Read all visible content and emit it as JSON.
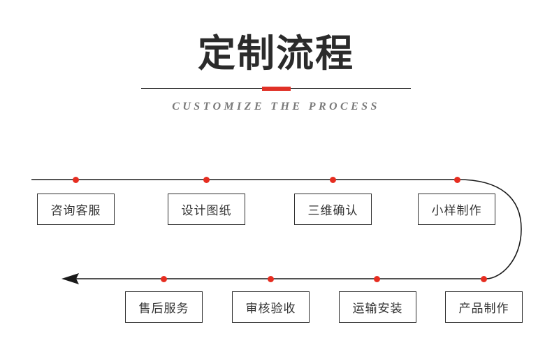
{
  "header": {
    "title": "定制流程",
    "subtitle": "CUSTOMIZE THE PROCESS",
    "accent_color": "#e03127",
    "title_color": "#2b2b2b",
    "subtitle_color": "#7a7a7a"
  },
  "flow": {
    "line_color": "#1a1a1a",
    "dot_color": "#e62d20",
    "box_border_color": "#2f2f2f",
    "box_text_color": "#333333",
    "top_row": [
      {
        "label": "咨询客服"
      },
      {
        "label": "设计图纸"
      },
      {
        "label": "三维确认"
      },
      {
        "label": "小样制作"
      }
    ],
    "bottom_row": [
      {
        "label": "产品制作"
      },
      {
        "label": "运输安装"
      },
      {
        "label": "审核验收"
      },
      {
        "label": "售后服务"
      }
    ]
  }
}
